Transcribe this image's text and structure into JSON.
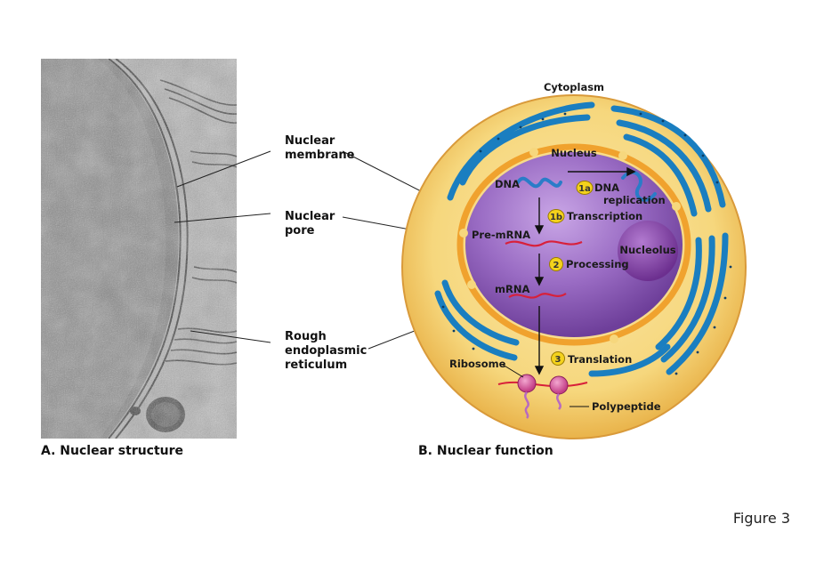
{
  "panel_a": {
    "caption": "A. Nuclear structure",
    "labels": {
      "nuclear_membrane": [
        "Nuclear",
        "membrane"
      ],
      "nuclear_pore": [
        "Nuclear",
        "pore"
      ],
      "rough_er": [
        "Rough",
        "endoplasmic",
        "reticulum"
      ]
    }
  },
  "panel_b": {
    "caption": "B. Nuclear function",
    "cytoplasm": "Cytoplasm",
    "nucleus": "Nucleus",
    "nucleolus": "Nucleolus",
    "dna": "DNA",
    "pre_mrna": "Pre-mRNA",
    "mrna": "mRNA",
    "ribosome": "Ribosome",
    "polypeptide": "Polypeptide",
    "steps": {
      "s1a_num": "1a",
      "s1a_text": [
        "DNA",
        "replication"
      ],
      "s1b_num": "1b",
      "s1b_text": "Transcription",
      "s2_num": "2",
      "s2_text": "Processing",
      "s3_num": "3",
      "s3_text": "Translation"
    }
  },
  "figure_label": "Figure 3",
  "colors": {
    "cytoplasm": "#f3cf6e",
    "nucleus": "#8f5fb8",
    "envelope": "#f0a22e",
    "er": "#1a7ec0",
    "rna": "#d8203a",
    "dna": "#2a7cc8"
  }
}
